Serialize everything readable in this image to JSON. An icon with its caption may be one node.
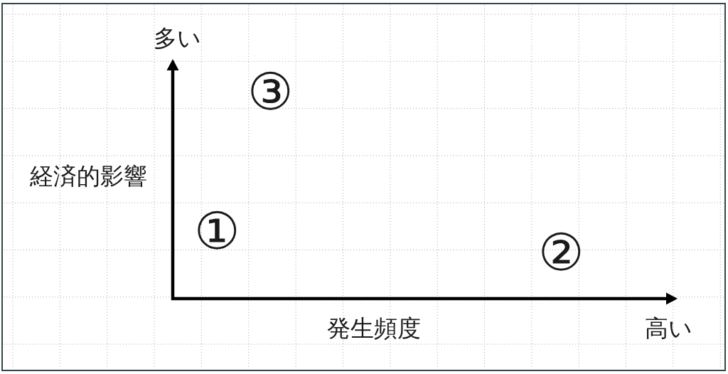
{
  "diagram": {
    "labels": [
      "多い",
      "③",
      "経済的影響",
      "①",
      "②",
      "発生頻度",
      "高い"
    ]
  }
}
